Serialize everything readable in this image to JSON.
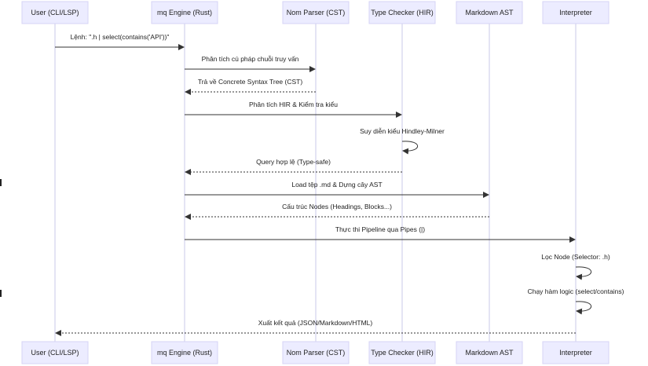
{
  "participants": [
    {
      "id": "user",
      "label": "User (CLI/LSP)"
    },
    {
      "id": "engine",
      "label": "mq Engine (Rust)"
    },
    {
      "id": "parser",
      "label": "Nom Parser (CST)"
    },
    {
      "id": "checker",
      "label": "Type Checker (HIR)"
    },
    {
      "id": "ast",
      "label": "Markdown AST"
    },
    {
      "id": "interp",
      "label": "Interpreter"
    }
  ],
  "messages": [
    {
      "from": "user",
      "to": "engine",
      "style": "solid",
      "text": "Lệnh: \".h | select(contains('API'))\""
    },
    {
      "from": "engine",
      "to": "parser",
      "style": "solid",
      "text": "Phân tích cú pháp chuỗi truy vấn"
    },
    {
      "from": "parser",
      "to": "engine",
      "style": "dashed",
      "text": "Trả về Concrete Syntax Tree (CST)"
    },
    {
      "from": "engine",
      "to": "checker",
      "style": "solid",
      "text": "Phân tích HIR & Kiểm tra kiểu"
    },
    {
      "from": "checker",
      "to": "checker",
      "style": "solid",
      "text": "Suy diễn kiểu Hindley-Milner"
    },
    {
      "from": "checker",
      "to": "engine",
      "style": "dashed",
      "text": "Query hợp lệ (Type-safe)"
    },
    {
      "from": "engine",
      "to": "ast",
      "style": "solid",
      "text": "Load tệp .md & Dựng cây AST"
    },
    {
      "from": "ast",
      "to": "engine",
      "style": "dashed",
      "text": "Cấu trúc Nodes (Headings, Blocks...)"
    },
    {
      "from": "engine",
      "to": "interp",
      "style": "solid",
      "text": "Thực thi Pipeline qua Pipes (|)"
    },
    {
      "from": "interp",
      "to": "interp",
      "style": "solid",
      "text": "Lọc Node (Selector: .h)"
    },
    {
      "from": "interp",
      "to": "interp",
      "style": "solid",
      "text": "Chạy hàm logic (select/contains)"
    },
    {
      "from": "interp",
      "to": "user",
      "style": "dashed",
      "text": "Xuất kết quả (JSON/Markdown/HTML)"
    }
  ]
}
